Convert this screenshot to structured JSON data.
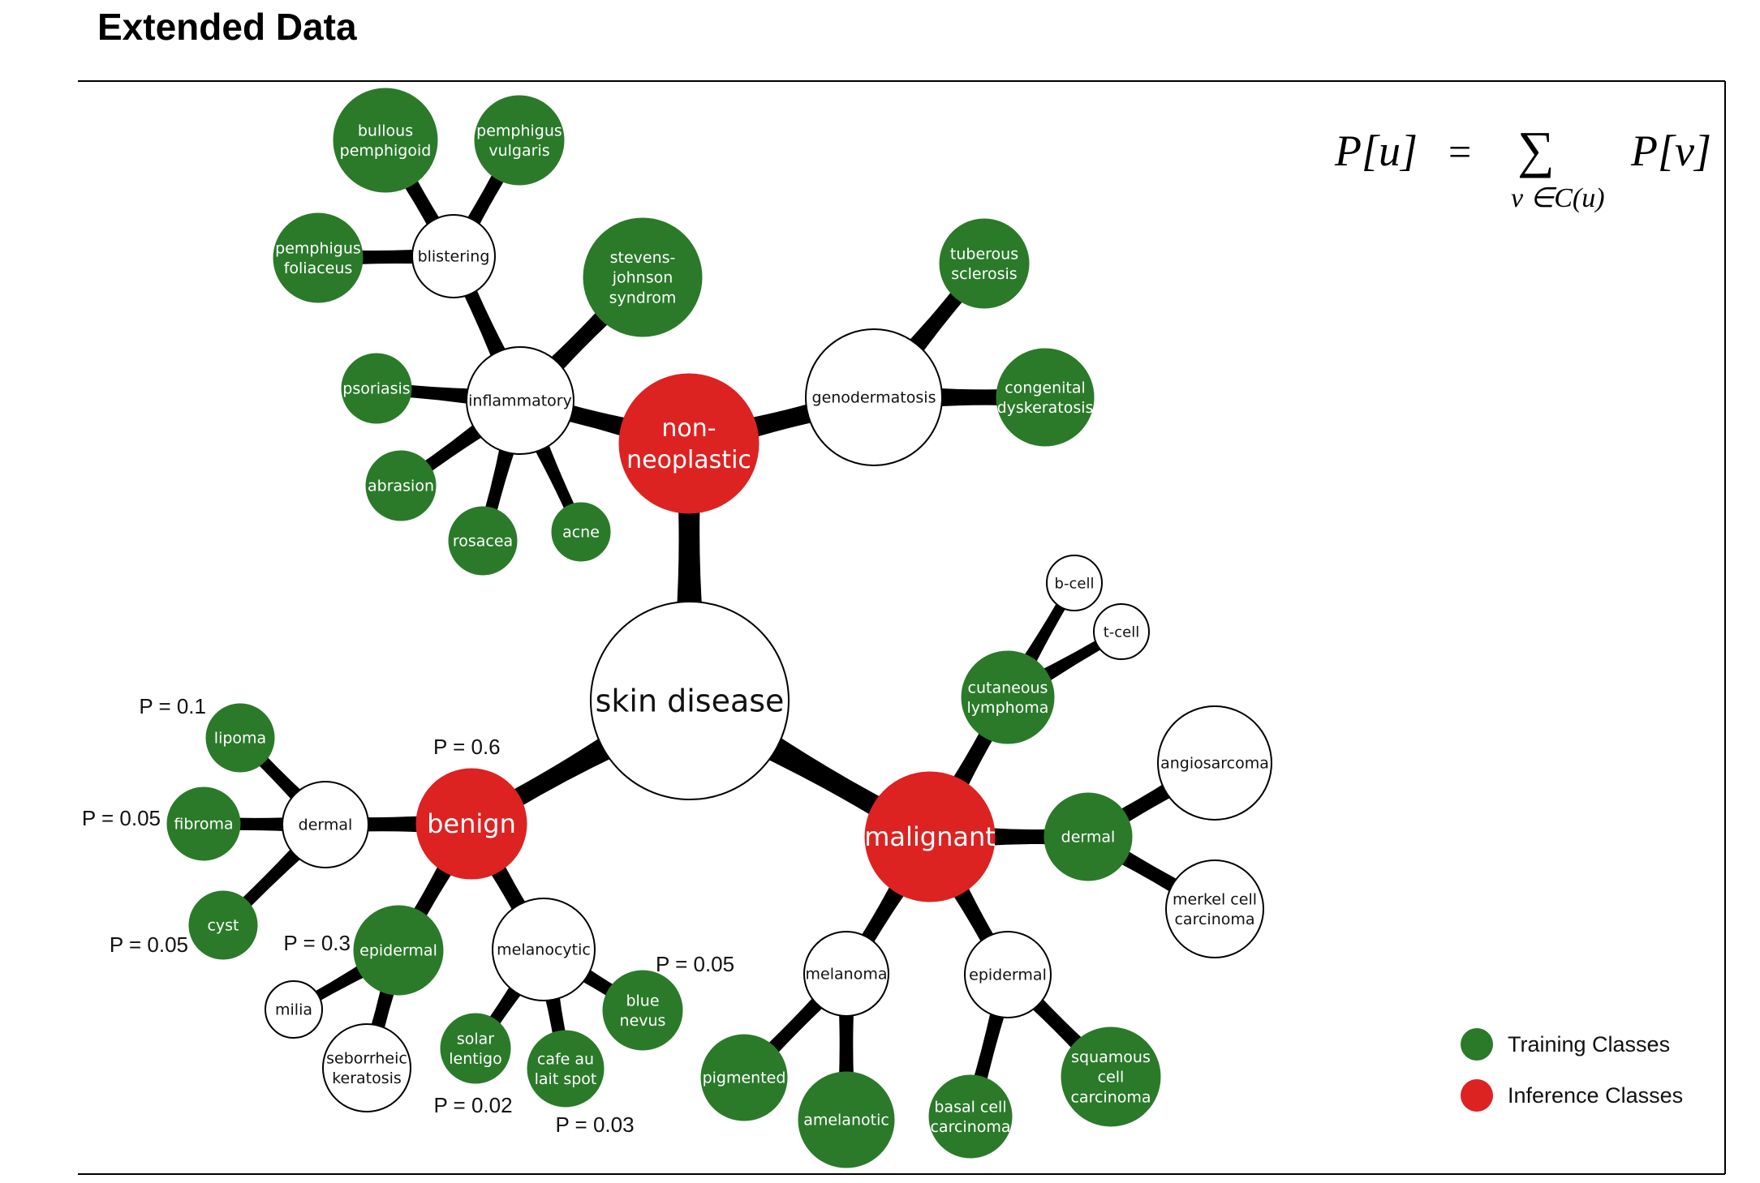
{
  "heading": "Extended Data",
  "formula": {
    "lhs": "P[u]",
    "equals": "=",
    "sum": "∑",
    "subscript": "v ∈C(u)",
    "rhs": "P[v]"
  },
  "colors": {
    "training": "#2a7a2a",
    "inference": "#dd2222",
    "internal": "#ffffff",
    "edge": "#000000"
  },
  "legend": [
    {
      "label": "Training Classes",
      "color": "#2a7a2a"
    },
    {
      "label": "Inference Classes",
      "color": "#dd2222"
    }
  ],
  "nodes": [
    {
      "id": "root",
      "label": [
        "skin disease"
      ],
      "type": "internal"
    },
    {
      "id": "nonneoplastic",
      "label": [
        "non-",
        "neoplastic"
      ],
      "type": "inference"
    },
    {
      "id": "benign",
      "label": [
        "benign"
      ],
      "type": "inference"
    },
    {
      "id": "malignant",
      "label": [
        "malignant"
      ],
      "type": "inference"
    },
    {
      "id": "inflammatory",
      "label": [
        "inflammatory"
      ],
      "type": "internal"
    },
    {
      "id": "blistering",
      "label": [
        "blistering"
      ],
      "type": "internal"
    },
    {
      "id": "bullous",
      "label": [
        "bullous",
        "pemphigoid"
      ],
      "type": "training"
    },
    {
      "id": "pvulgaris",
      "label": [
        "pemphigus",
        "vulgaris"
      ],
      "type": "training"
    },
    {
      "id": "pfoliaceus",
      "label": [
        "pemphigus",
        "foliaceus"
      ],
      "type": "training"
    },
    {
      "id": "stevens",
      "label": [
        "stevens-",
        "johnson",
        "syndrom"
      ],
      "type": "training"
    },
    {
      "id": "psoriasis",
      "label": [
        "psoriasis"
      ],
      "type": "training"
    },
    {
      "id": "abrasion",
      "label": [
        "abrasion"
      ],
      "type": "training"
    },
    {
      "id": "rosacea",
      "label": [
        "rosacea"
      ],
      "type": "training"
    },
    {
      "id": "acne",
      "label": [
        "acne"
      ],
      "type": "training"
    },
    {
      "id": "genodermatosis",
      "label": [
        "genodermatosis"
      ],
      "type": "internal"
    },
    {
      "id": "tuberous",
      "label": [
        "tuberous",
        "sclerosis"
      ],
      "type": "training"
    },
    {
      "id": "congenital",
      "label": [
        "congenital",
        "dyskeratosis"
      ],
      "type": "training"
    },
    {
      "id": "dermal_b",
      "label": [
        "dermal"
      ],
      "type": "internal"
    },
    {
      "id": "lipoma",
      "label": [
        "lipoma"
      ],
      "type": "training"
    },
    {
      "id": "fibroma",
      "label": [
        "fibroma"
      ],
      "type": "training"
    },
    {
      "id": "cyst",
      "label": [
        "cyst"
      ],
      "type": "training"
    },
    {
      "id": "epidermal_b",
      "label": [
        "epidermal"
      ],
      "type": "training"
    },
    {
      "id": "milia",
      "label": [
        "milia"
      ],
      "type": "internal"
    },
    {
      "id": "seborrheic",
      "label": [
        "seborrheic",
        "keratosis"
      ],
      "type": "internal"
    },
    {
      "id": "melanocytic",
      "label": [
        "melanocytic"
      ],
      "type": "internal"
    },
    {
      "id": "solar",
      "label": [
        "solar",
        "lentigo"
      ],
      "type": "training"
    },
    {
      "id": "cafe",
      "label": [
        "cafe au",
        "lait spot"
      ],
      "type": "training"
    },
    {
      "id": "blue",
      "label": [
        "blue",
        "nevus"
      ],
      "type": "training"
    },
    {
      "id": "cutaneous",
      "label": [
        "cutaneous",
        "lymphoma"
      ],
      "type": "training"
    },
    {
      "id": "bcell",
      "label": [
        "b-cell"
      ],
      "type": "internal"
    },
    {
      "id": "tcell",
      "label": [
        "t-cell"
      ],
      "type": "internal"
    },
    {
      "id": "dermal_m",
      "label": [
        "dermal"
      ],
      "type": "training"
    },
    {
      "id": "angiosarcoma",
      "label": [
        "angiosarcoma"
      ],
      "type": "internal"
    },
    {
      "id": "merkel",
      "label": [
        "merkel cell",
        "carcinoma"
      ],
      "type": "internal"
    },
    {
      "id": "melanoma",
      "label": [
        "melanoma"
      ],
      "type": "internal"
    },
    {
      "id": "pigmented",
      "label": [
        "pigmented"
      ],
      "type": "training"
    },
    {
      "id": "amelanotic",
      "label": [
        "amelanotic"
      ],
      "type": "training"
    },
    {
      "id": "epidermal_m",
      "label": [
        "epidermal"
      ],
      "type": "internal"
    },
    {
      "id": "basal",
      "label": [
        "basal cell",
        "carcinoma"
      ],
      "type": "training"
    },
    {
      "id": "squamous",
      "label": [
        "squamous",
        "cell",
        "carcinoma"
      ],
      "type": "training"
    }
  ],
  "edges": [
    [
      "root",
      "nonneoplastic"
    ],
    [
      "root",
      "benign"
    ],
    [
      "root",
      "malignant"
    ],
    [
      "nonneoplastic",
      "inflammatory"
    ],
    [
      "nonneoplastic",
      "genodermatosis"
    ],
    [
      "inflammatory",
      "blistering"
    ],
    [
      "inflammatory",
      "stevens"
    ],
    [
      "inflammatory",
      "psoriasis"
    ],
    [
      "inflammatory",
      "abrasion"
    ],
    [
      "inflammatory",
      "rosacea"
    ],
    [
      "inflammatory",
      "acne"
    ],
    [
      "blistering",
      "bullous"
    ],
    [
      "blistering",
      "pvulgaris"
    ],
    [
      "blistering",
      "pfoliaceus"
    ],
    [
      "genodermatosis",
      "tuberous"
    ],
    [
      "genodermatosis",
      "congenital"
    ],
    [
      "benign",
      "dermal_b"
    ],
    [
      "benign",
      "epidermal_b"
    ],
    [
      "benign",
      "melanocytic"
    ],
    [
      "dermal_b",
      "lipoma"
    ],
    [
      "dermal_b",
      "fibroma"
    ],
    [
      "dermal_b",
      "cyst"
    ],
    [
      "epidermal_b",
      "milia"
    ],
    [
      "epidermal_b",
      "seborrheic"
    ],
    [
      "melanocytic",
      "solar"
    ],
    [
      "melanocytic",
      "cafe"
    ],
    [
      "melanocytic",
      "blue"
    ],
    [
      "malignant",
      "cutaneous"
    ],
    [
      "malignant",
      "dermal_m"
    ],
    [
      "malignant",
      "melanoma"
    ],
    [
      "malignant",
      "epidermal_m"
    ],
    [
      "cutaneous",
      "bcell"
    ],
    [
      "cutaneous",
      "tcell"
    ],
    [
      "dermal_m",
      "angiosarcoma"
    ],
    [
      "dermal_m",
      "merkel"
    ],
    [
      "melanoma",
      "pigmented"
    ],
    [
      "melanoma",
      "amelanotic"
    ],
    [
      "epidermal_m",
      "basal"
    ],
    [
      "epidermal_m",
      "squamous"
    ]
  ],
  "probabilities": [
    {
      "node": "benign",
      "text": "P = 0.6"
    },
    {
      "node": "lipoma",
      "text": "P = 0.1"
    },
    {
      "node": "fibroma",
      "text": "P = 0.05"
    },
    {
      "node": "cyst",
      "text": "P = 0.05"
    },
    {
      "node": "epidermal_b",
      "text": "P = 0.3"
    },
    {
      "node": "blue",
      "text": "P = 0.05"
    },
    {
      "node": "solar",
      "text": "P = 0.02"
    },
    {
      "node": "cafe",
      "text": "P = 0.03"
    }
  ]
}
